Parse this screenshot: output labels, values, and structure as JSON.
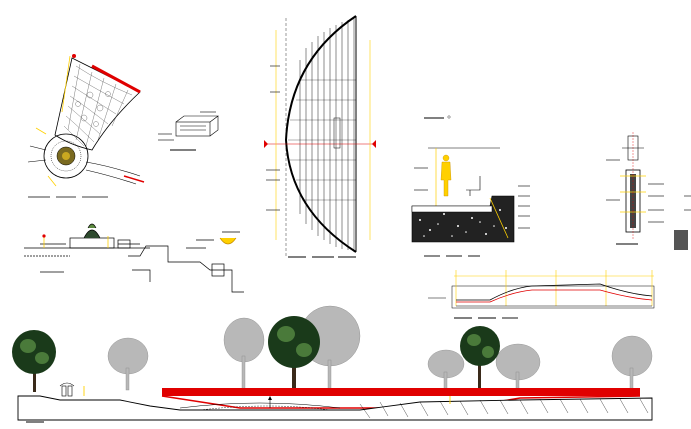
{
  "drawing": {
    "background_color": "#ffffff",
    "line_color": "#000000",
    "accent_red": "#e00000",
    "accent_yellow": "#ffd000",
    "tree_dark": "#1a3a1a",
    "tree_grey": "#b8b8b8"
  },
  "views": [
    {
      "id": "plan-fan",
      "kind": "plan detail"
    },
    {
      "id": "half-dome-elevation",
      "kind": "section elevation"
    },
    {
      "id": "figure-section",
      "kind": "section with human scale"
    },
    {
      "id": "column-detail",
      "kind": "construction detail"
    },
    {
      "id": "profile-strip",
      "kind": "longitudinal profile"
    },
    {
      "id": "site-section",
      "kind": "site section with trees"
    }
  ],
  "trees": [
    {
      "tone": "dark"
    },
    {
      "tone": "grey"
    },
    {
      "tone": "grey"
    },
    {
      "tone": "dark"
    },
    {
      "tone": "grey"
    },
    {
      "tone": "grey"
    },
    {
      "tone": "dark"
    },
    {
      "tone": "grey"
    },
    {
      "tone": "grey"
    },
    {
      "tone": "grey"
    }
  ]
}
